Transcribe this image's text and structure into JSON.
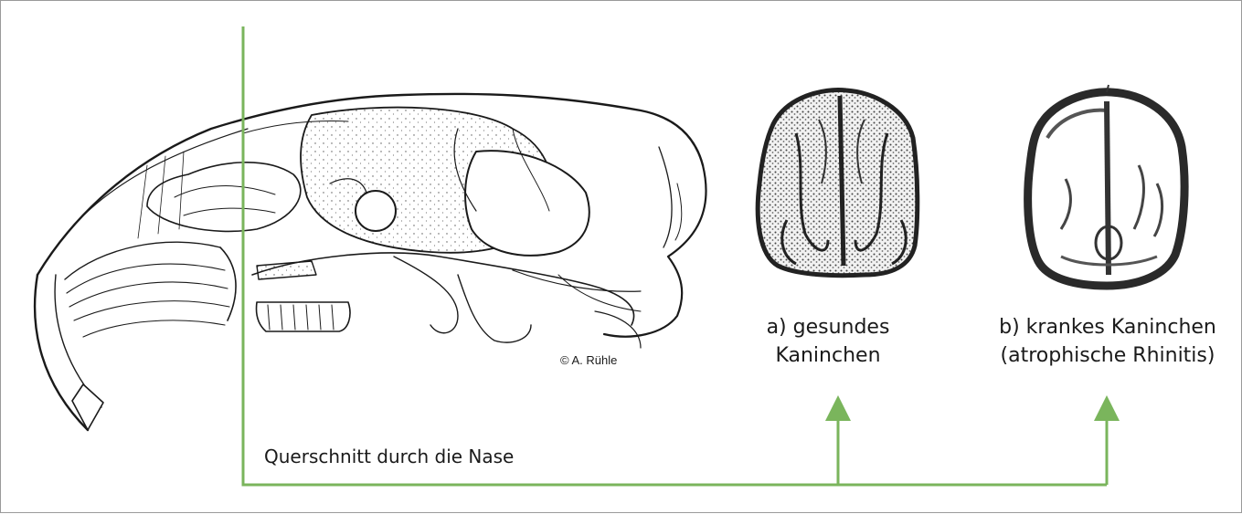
{
  "labels": {
    "healthy_line1": "a) gesundes",
    "healthy_line2": "Kaninchen",
    "sick_line1": "b) krankes Kaninchen",
    "sick_line2": "(atrophische Rhinitis)",
    "cross_section": "Querschnitt durch die Nase",
    "copyright": "© A. Rühle"
  },
  "colors": {
    "arrow": "#7ab55c",
    "ink": "#1a1a1a",
    "border": "#9a9a9a"
  }
}
